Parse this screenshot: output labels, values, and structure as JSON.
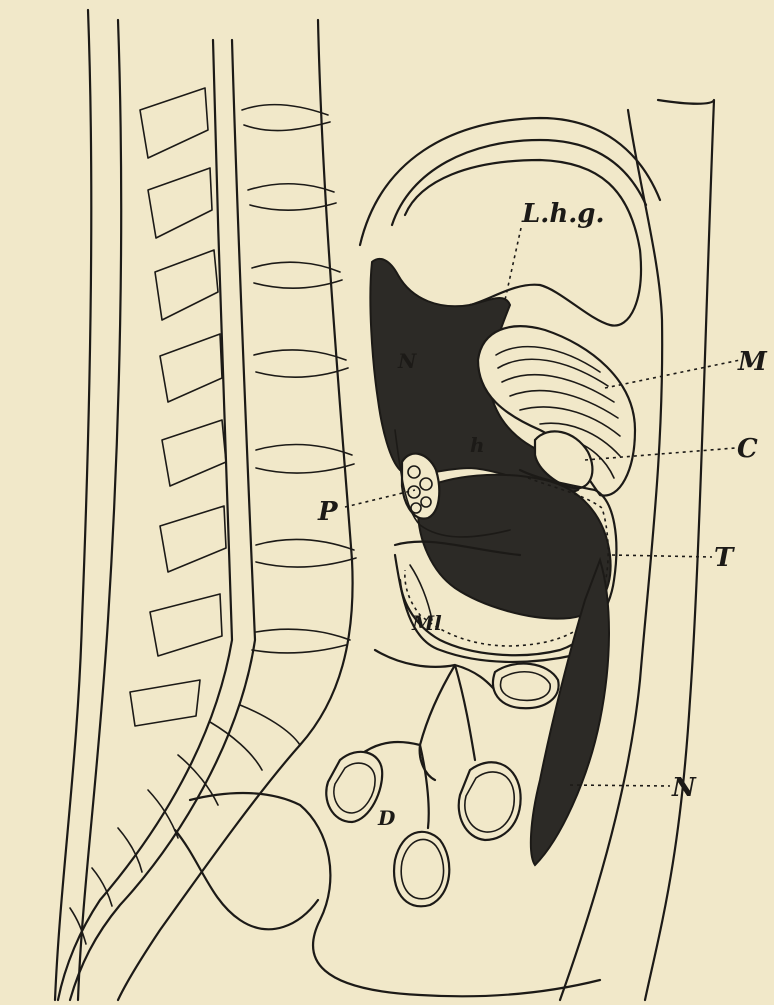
{
  "colors": {
    "paper": "#f1e8c9",
    "ink": "#1c1a17",
    "shade": "#2c2a26"
  },
  "labels": {
    "lhg": "L.h.g.",
    "m": "M",
    "c": "C",
    "p": "P",
    "t": "T",
    "n": "N",
    "ml": "Ml",
    "d": "D",
    "n_inner": "N",
    "h": "h"
  }
}
